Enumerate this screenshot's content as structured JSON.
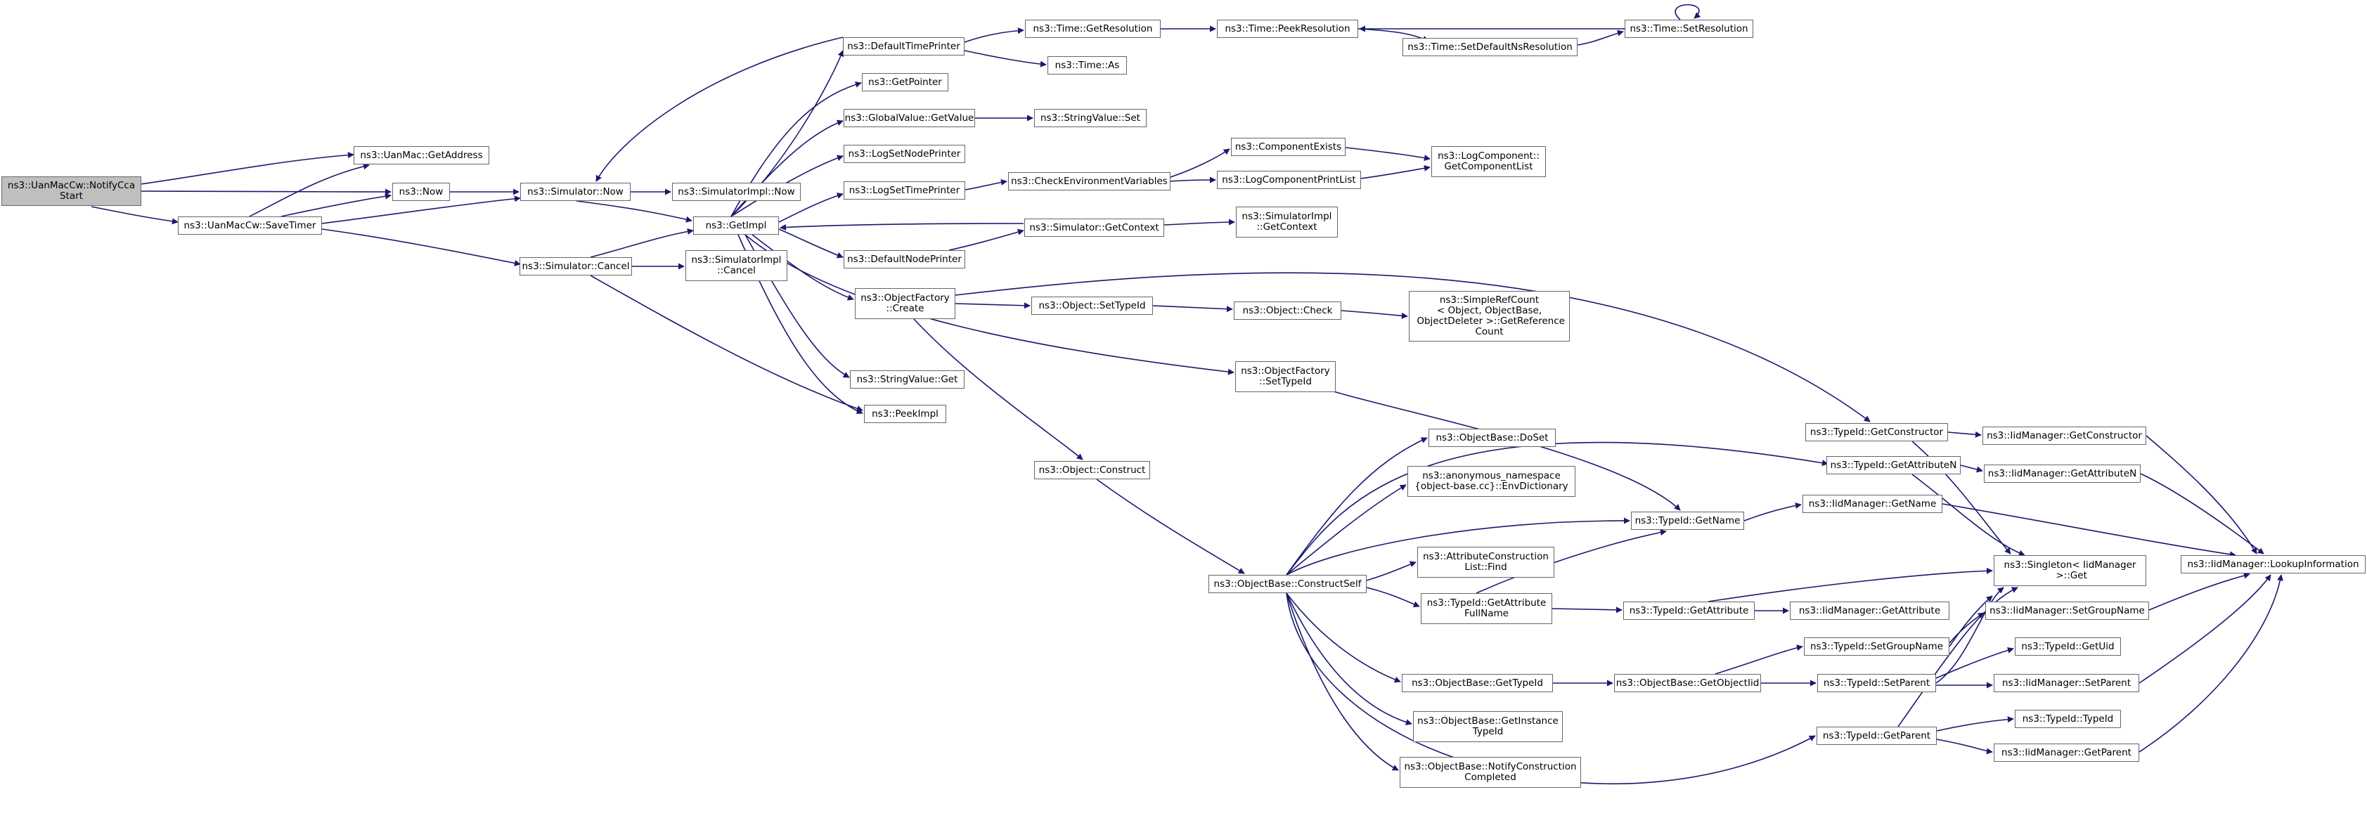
{
  "colors": {
    "edge": "#191970",
    "node_border": "#666666",
    "root_fill": "#bfbfbf",
    "node_fill": "#ffffff"
  },
  "nodes": {
    "root": "ns3::UanMacCw::NotifyCca\nStart",
    "getaddress": "ns3::UanMac::GetAddress",
    "now": "ns3::Now",
    "savetimer": "ns3::UanMacCw::SaveTimer",
    "simnow": "ns3::Simulator::Now",
    "simimplnow": "ns3::SimulatorImpl::Now",
    "getimpl": "ns3::GetImpl",
    "simcancel": "ns3::Simulator::Cancel",
    "simimplcancel": "ns3::SimulatorImpl\n::Cancel",
    "deftimeprinter": "ns3::DefaultTimePrinter",
    "getpointer": "ns3::GetPointer",
    "gvgetvalue": "ns3::GlobalValue::GetValue",
    "logsetnodeprinter": "ns3::LogSetNodePrinter",
    "logsettimeprinter": "ns3::LogSetTimePrinter",
    "defnodeprinter": "ns3::DefaultNodePrinter",
    "ofcreate": "ns3::ObjectFactory\n::Create",
    "svget": "ns3::StringValue::Get",
    "peekimpl": "ns3::PeekImpl",
    "timegetres": "ns3::Time::GetResolution",
    "timeas": "ns3::Time::As",
    "svset": "ns3::StringValue::Set",
    "checkenv": "ns3::CheckEnvironmentVariables",
    "simgetcontext": "ns3::Simulator::GetContext",
    "objsettypeid": "ns3::Object::SetTypeId",
    "ofsettypeid": "ns3::ObjectFactory\n::SetTypeId",
    "objconstruct": "ns3::Object::Construct",
    "timepeekres": "ns3::Time::PeekResolution",
    "timesetdefns": "ns3::Time::SetDefaultNsResolution",
    "timesetres": "ns3::Time::SetResolution",
    "compexists": "ns3::ComponentExists",
    "logcompprintlist": "ns3::LogComponentPrintList",
    "logcompgetlist": "ns3::LogComponent::\nGetComponentList",
    "simimplgetcontext": "ns3::SimulatorImpl\n::GetContext",
    "objcheck": "ns3::Object::Check",
    "simplerefcount": "ns3::SimpleRefCount\n< Object, ObjectBase,\n ObjectDeleter >::GetReference\nCount",
    "constructself": "ns3::ObjectBase::ConstructSelf",
    "obdoset": "ns3::ObjectBase::DoSet",
    "anonenv": "ns3::anonymous_namespace\n{object-base.cc}::EnvDictionary",
    "acfind": "ns3::AttributeConstruction\nList::Find",
    "tidgetattrfull": "ns3::TypeId::GetAttribute\nFullName",
    "obgettypeid": "ns3::ObjectBase::GetTypeId",
    "obgetinstance": "ns3::ObjectBase::GetInstance\nTypeId",
    "obnotify": "ns3::ObjectBase::NotifyConstruction\nCompleted",
    "tidgetname": "ns3::TypeId::GetName",
    "tidgetattr": "ns3::TypeId::GetAttribute",
    "obgetobjectiid": "ns3::ObjectBase::GetObjectIid",
    "tidgetctor": "ns3::TypeId::GetConstructor",
    "tidgetattrn": "ns3::TypeId::GetAttributeN",
    "iidgetname": "ns3::IidManager::GetName",
    "singleton": "ns3::Singleton< IidManager\n >::Get",
    "iidgetattr": "ns3::IidManager::GetAttribute",
    "tidsetgroup": "ns3::TypeId::SetGroupName",
    "tidsetparent": "ns3::TypeId::SetParent",
    "tidgetparent": "ns3::TypeId::GetParent",
    "iidgetctor": "ns3::IidManager::GetConstructor",
    "iidgetattrn": "ns3::IidManager::GetAttributeN",
    "iidsetgroup": "ns3::IidManager::SetGroupName",
    "tidgetuid": "ns3::TypeId::GetUid",
    "iidsetparent": "ns3::IidManager::SetParent",
    "tidtypeid": "ns3::TypeId::TypeId",
    "iidgetparent": "ns3::IidManager::GetParent",
    "iidlookup": "ns3::IidManager::LookupInformation"
  }
}
